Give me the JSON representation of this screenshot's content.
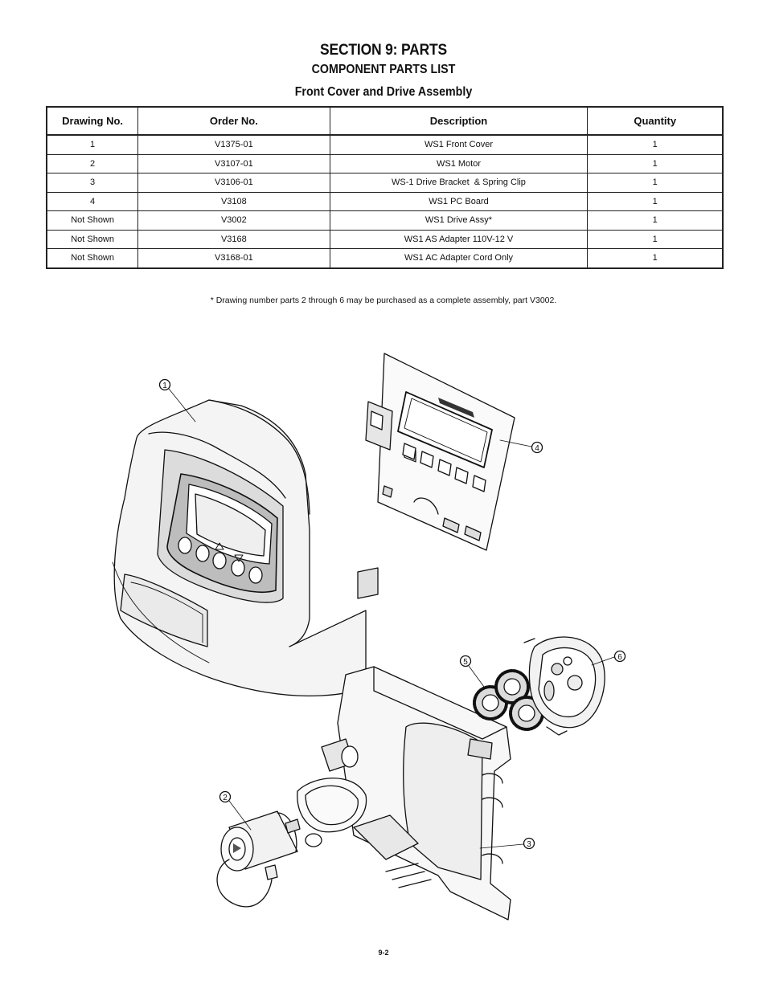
{
  "header": {
    "section_title": "SECTION 9: PARTS",
    "list_title": "COMPONENT PARTS LIST",
    "assembly_title": "Front Cover and Drive Assembly"
  },
  "table": {
    "columns": [
      "Drawing No.",
      "Order No.",
      "Description",
      "Quantity"
    ],
    "rows": [
      [
        "1",
        "V1375-01",
        "WS1 Front Cover",
        "1"
      ],
      [
        "2",
        "V3107-01",
        "WS1 Motor",
        "1"
      ],
      [
        "3",
        "V3106-01",
        "WS-1 Drive Bracket  & Spring Clip",
        "1"
      ],
      [
        "4",
        "V3108",
        "WS1 PC Board",
        "1"
      ],
      [
        "Not Shown",
        "V3002",
        "WS1 Drive Assy*",
        "1"
      ],
      [
        "Not Shown",
        "V3168",
        "WS1 AS Adapter 110V-12 V",
        "1"
      ],
      [
        "Not Shown",
        "V3168-01",
        "WS1 AC Adapter Cord Only",
        "1"
      ]
    ]
  },
  "footnote": "* Drawing number parts 2 through 6 may be purchased as a complete assembly, part V3002.",
  "diagram": {
    "callouts": [
      "1",
      "2",
      "3",
      "4",
      "5",
      "6"
    ]
  },
  "page_number": "9-2"
}
